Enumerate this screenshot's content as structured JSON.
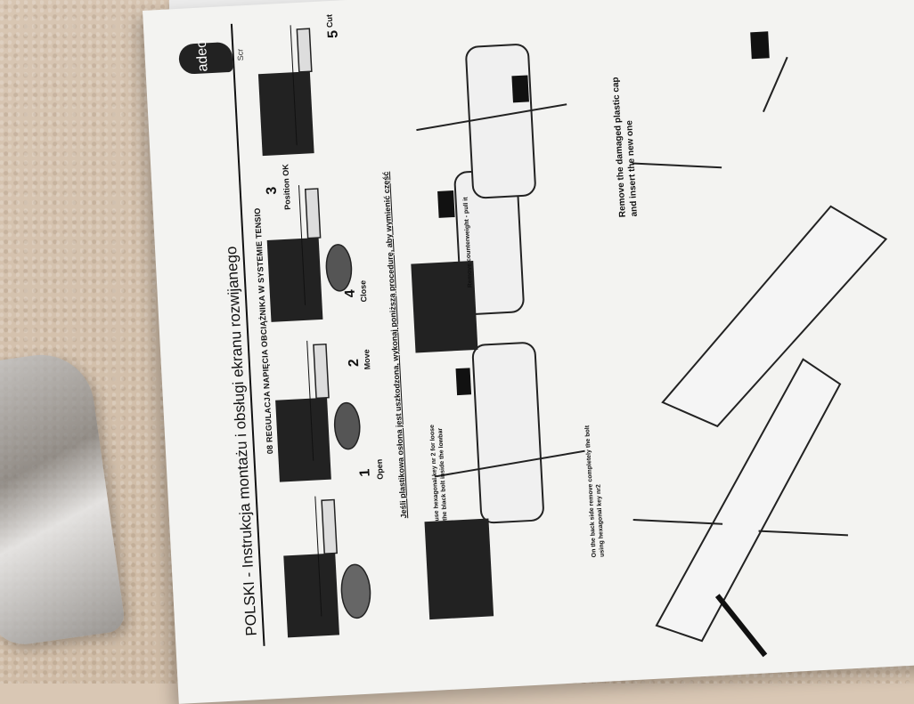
{
  "header": {
    "title": "POLSKI  - Instrukcja montażu i obsługi ekranu rozwijanego",
    "logo": "adeo",
    "logo_sub": "Scr"
  },
  "section": {
    "subtitle": "08 REGULACJA NAPIĘCIA OBCIĄŻNIKA W SYSTEMIE TENSIO"
  },
  "steps": [
    {
      "num": "1",
      "label": "Open"
    },
    {
      "num": "2",
      "label": "Move"
    },
    {
      "num": "3",
      "label": "Position OK"
    },
    {
      "num": "4",
      "label": "Close"
    },
    {
      "num": "5",
      "label": "Cut"
    }
  ],
  "repair": {
    "note": "Jeśli plastikowa osłona jest uszkodzona, wykonaj poniższą procedurę, aby wymienić część",
    "hex_instruction": "use hexagonal key nr 2 for loose the black bolt inside the lowbar",
    "remove_counterweight": "Remove counterweight - pull it",
    "back_side": "On the back side remove completely the bolt using hexagonal key nr2",
    "replace_cap": "Remove the damaged plastic cap and insert the new one"
  }
}
